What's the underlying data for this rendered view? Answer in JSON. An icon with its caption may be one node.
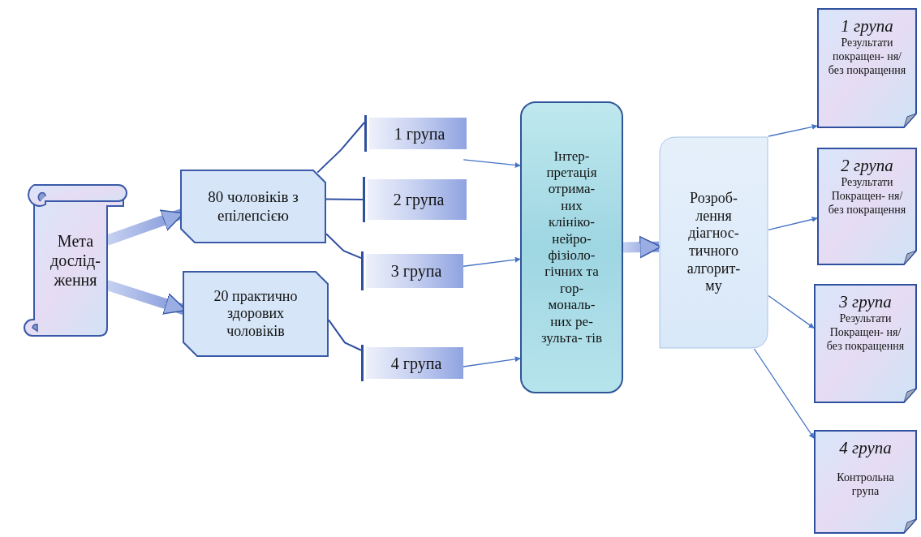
{
  "diagram": {
    "nodes": [
      {
        "text": [
          "Мета дослід- ження"
        ]
      },
      {
        "text": [
          "80 чоловіків з епілепсією"
        ]
      },
      {
        "text": [
          "20 практично здорових чоловіків"
        ]
      },
      {
        "text": [
          "1 група"
        ]
      },
      {
        "text": [
          "2 група"
        ]
      },
      {
        "text": [
          "3 група"
        ]
      },
      {
        "text": [
          "4 група"
        ]
      },
      {
        "text": [
          "Інтер- претація отрима- них клініко- нейро- фізіоло- гічних та гор- мональ- них ре- зульта- тів"
        ]
      },
      {
        "text": [
          "Розроб- лення діагнос- тичного алгорит- му"
        ]
      },
      {
        "text": [
          "1 група",
          "Результати покращен- ня/ без покращення"
        ]
      },
      {
        "text": [
          "2 група",
          "Результати Покращен- ня/ без покращення"
        ]
      },
      {
        "text": [
          "3 група",
          "Результати Покращен- ня/ без покращення"
        ]
      },
      {
        "text": [
          "4 група",
          "Контрольна група"
        ]
      }
    ],
    "edges": [
      {
        "from": 0,
        "to": 1,
        "arrow": "to",
        "style": "thick"
      },
      {
        "from": 0,
        "to": 2,
        "arrow": "to",
        "style": "thick"
      },
      {
        "from": 1,
        "to": 3,
        "arrow": "none"
      },
      {
        "from": 1,
        "to": 4,
        "arrow": "none"
      },
      {
        "from": 1,
        "to": 5,
        "arrow": "none"
      },
      {
        "from": 2,
        "to": 6,
        "arrow": "none"
      },
      {
        "from": 3,
        "to": 7,
        "arrow": "to"
      },
      {
        "from": 5,
        "to": 7,
        "arrow": "to"
      },
      {
        "from": 6,
        "to": 7,
        "arrow": "to"
      },
      {
        "from": 7,
        "to": 8,
        "arrow": "to",
        "style": "thick"
      },
      {
        "from": 8,
        "to": 9,
        "arrow": "to"
      },
      {
        "from": 8,
        "to": 10,
        "arrow": "to"
      },
      {
        "from": 8,
        "to": 11,
        "arrow": "to"
      },
      {
        "from": 8,
        "to": 12,
        "arrow": "to"
      }
    ]
  }
}
